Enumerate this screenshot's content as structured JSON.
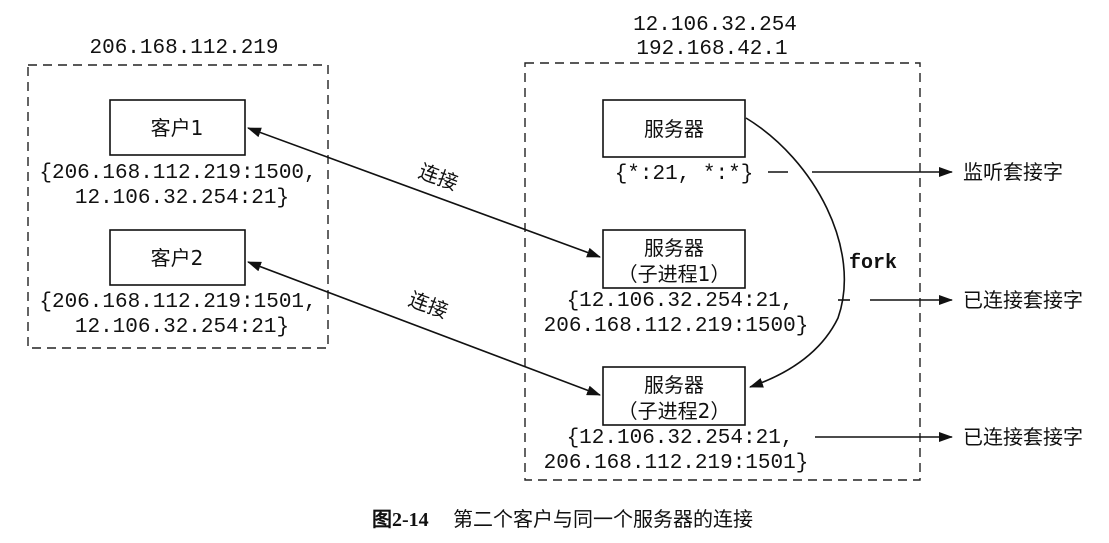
{
  "left_host": {
    "address": "206.168.112.219",
    "client1": {
      "label": "客户1",
      "socket_line1": "{206.168.112.219:1500,",
      "socket_line2": "12.106.32.254:21}"
    },
    "client2": {
      "label": "客户2",
      "socket_line1": "{206.168.112.219:1501,",
      "socket_line2": "12.106.32.254:21}"
    }
  },
  "right_host": {
    "address_line1": "12.106.32.254",
    "address_line2": "192.168.42.1",
    "server": {
      "label": "服务器",
      "socket": "{*:21, *:*}"
    },
    "child1": {
      "label": "服务器",
      "sublabel": "（子进程1）",
      "socket_line1": "{12.106.32.254:21,",
      "socket_line2": "206.168.112.219:1500}"
    },
    "child2": {
      "label": "服务器",
      "sublabel": "（子进程2）",
      "socket_line1": "{12.106.32.254:21,",
      "socket_line2": "206.168.112.219:1501}"
    }
  },
  "connections": {
    "label1": "连接",
    "label2": "连接"
  },
  "fork_label": "fork",
  "annotations": {
    "listen": "监听套接字",
    "connected1": "已连接套接字",
    "connected2": "已连接套接字"
  },
  "caption": {
    "number": "图2-14",
    "title": "第二个客户与同一个服务器的连接"
  },
  "colors": {
    "line": "#111111",
    "background": "#ffffff"
  }
}
